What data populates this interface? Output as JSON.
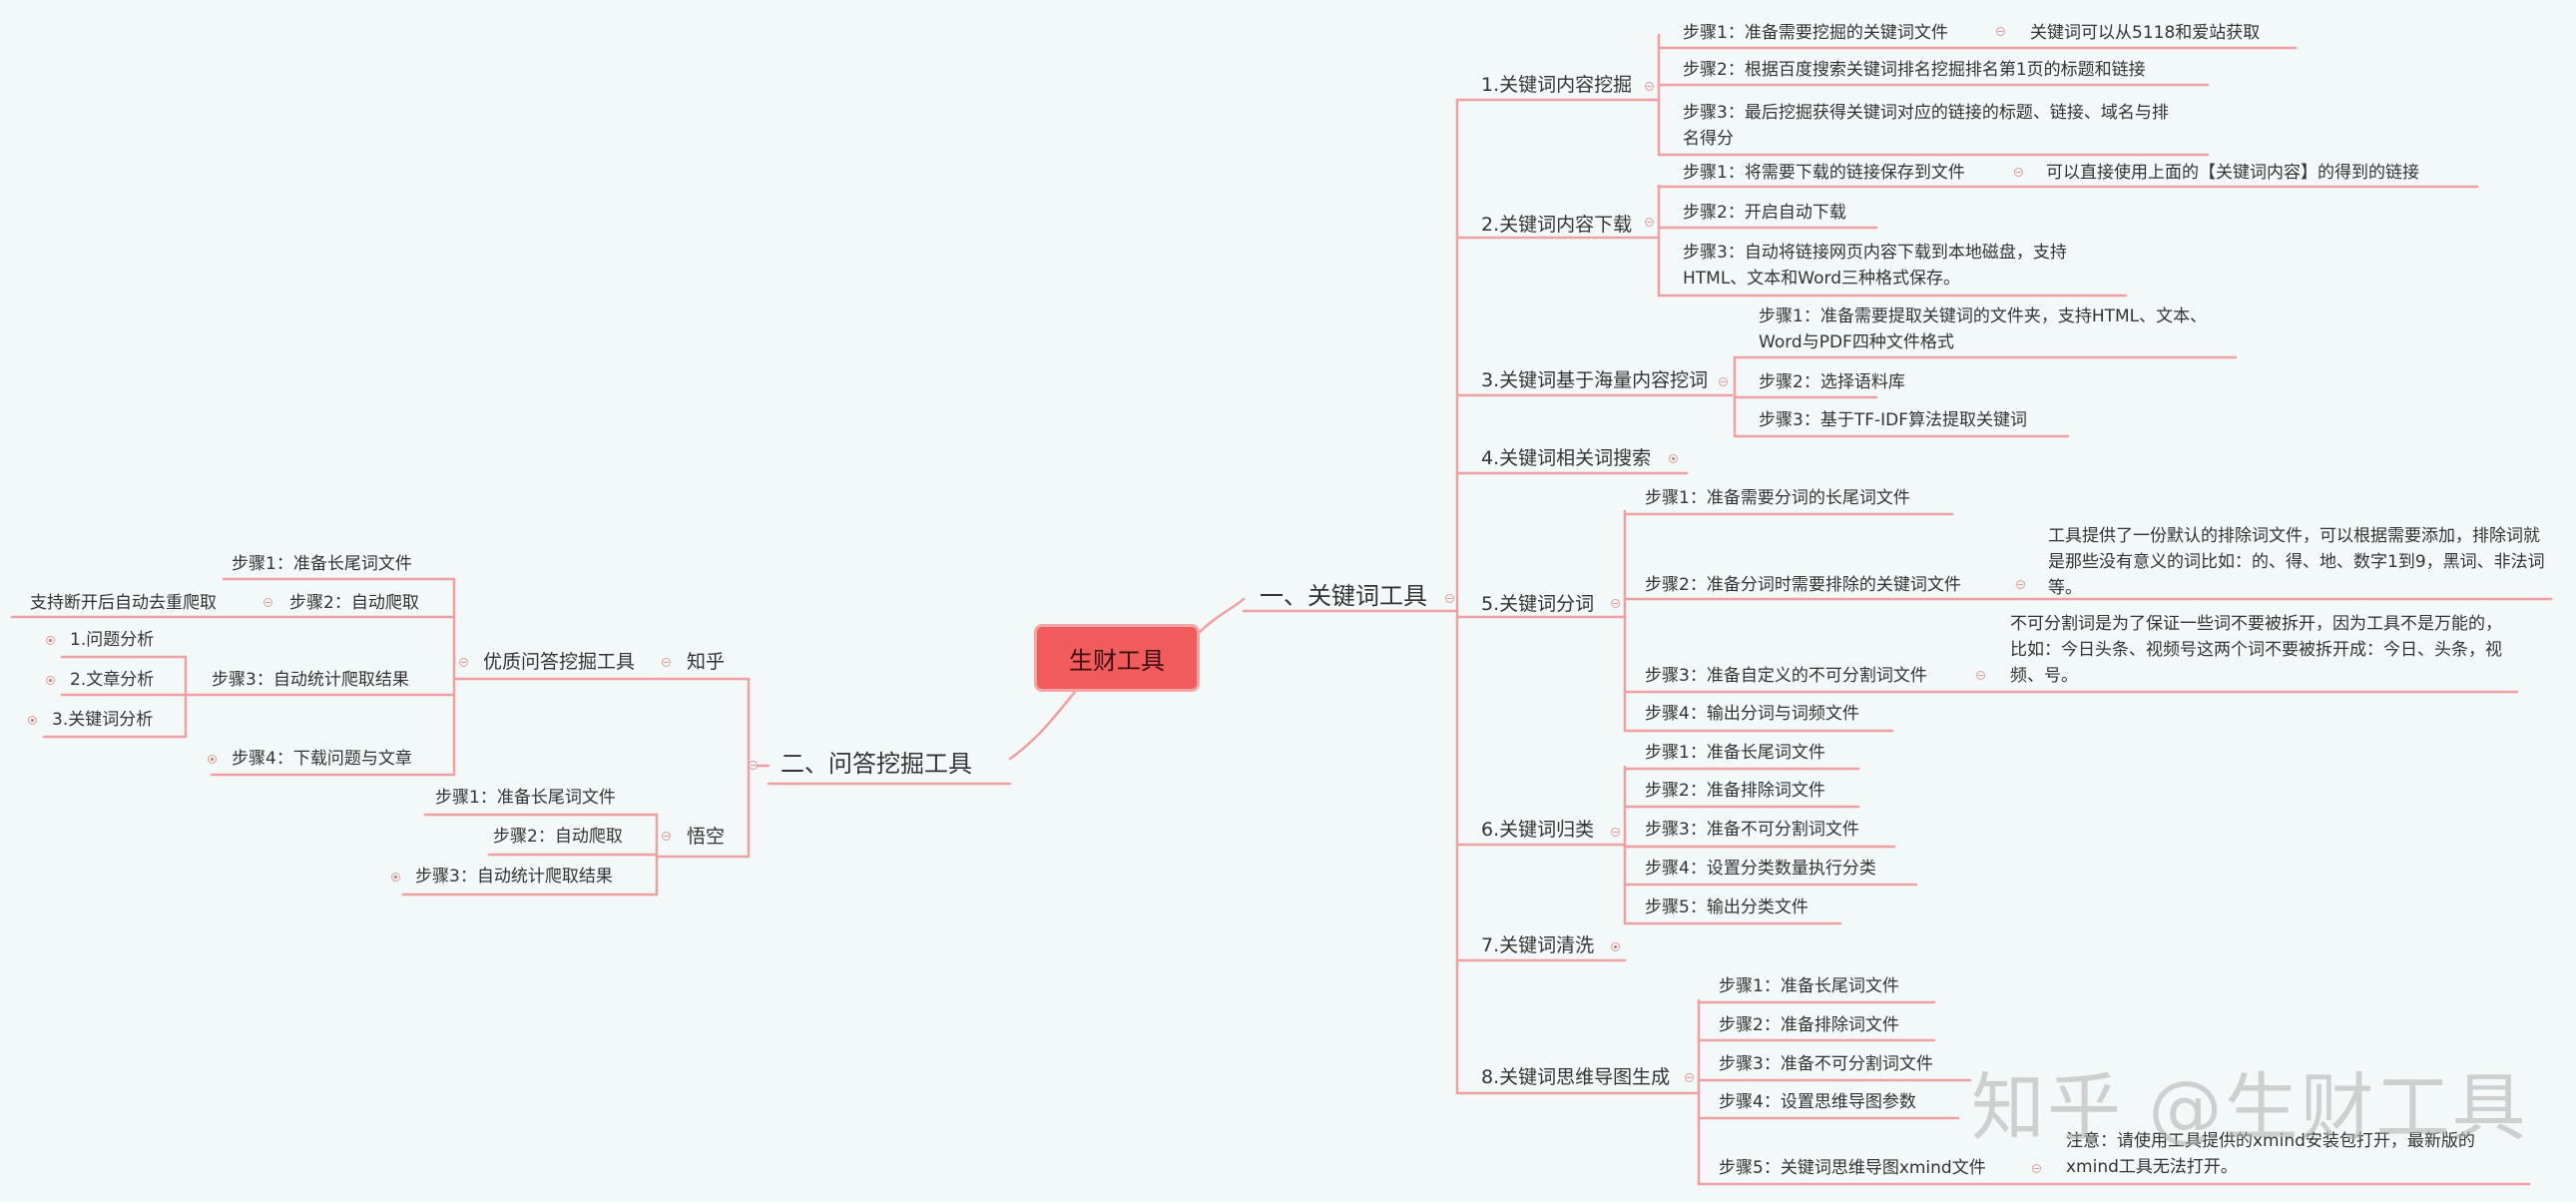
{
  "root": "生财工具",
  "watermark": "知乎 @生财工具",
  "colors": {
    "line": "#f0a0a0",
    "root_fill": "#f25b5b",
    "background": "#f3f9f8"
  },
  "b1": {
    "label": "一、关键词工具",
    "c1": {
      "label": "1.关键词内容挖掘",
      "s1": "步骤1：准备需要挖掘的关键词文件",
      "s1n": "关键词可以从5118和爱站获取",
      "s2": "步骤2：根据百度搜索关键词排名挖掘排名第1页的标题和链接",
      "s3": "步骤3：最后挖掘获得关键词对应的链接的标题、链接、域名与排名得分"
    },
    "c2": {
      "label": "2.关键词内容下载",
      "s1": "步骤1：将需要下载的链接保存到文件",
      "s1n": "可以直接使用上面的【关键词内容】的得到的链接",
      "s2": "步骤2：开启自动下载",
      "s3": "步骤3：自动将链接网页内容下载到本地磁盘，支持HTML、文本和Word三种格式保存。"
    },
    "c3": {
      "label": "3.关键词基于海量内容挖词",
      "s1": "步骤1：准备需要提取关键词的文件夹，支持HTML、文本、Word与PDF四种文件格式",
      "s2": "步骤2：选择语料库",
      "s3": "步骤3：基于TF-IDF算法提取关键词"
    },
    "c4": {
      "label": "4.关键词相关词搜索"
    },
    "c5": {
      "label": "5.关键词分词",
      "s1": "步骤1：准备需要分词的长尾词文件",
      "s2": "步骤2：准备分词时需要排除的关键词文件",
      "s2n": "工具提供了一份默认的排除词文件，可以根据需要添加，排除词就是那些没有意义的词比如：的、得、地、数字1到9，黑词、非法词等。",
      "s3": "步骤3：准备自定义的不可分割词文件",
      "s3n": "不可分割词是为了保证一些词不要被拆开，因为工具不是万能的，比如：今日头条、视频号这两个词不要被拆开成：今日、头条，视频、号。",
      "s4": "步骤4：输出分词与词频文件"
    },
    "c6": {
      "label": "6.关键词归类",
      "s1": "步骤1：准备长尾词文件",
      "s2": "步骤2：准备排除词文件",
      "s3": "步骤3：准备不可分割词文件",
      "s4": "步骤4：设置分类数量执行分类",
      "s5": "步骤5：输出分类文件"
    },
    "c7": {
      "label": "7.关键词清洗"
    },
    "c8": {
      "label": "8.关键词思维导图生成",
      "s1": "步骤1：准备长尾词文件",
      "s2": "步骤2：准备排除词文件",
      "s3": "步骤3：准备不可分割词文件",
      "s4": "步骤4：设置思维导图参数",
      "s5": "步骤5：关键词思维导图xmind文件",
      "s5n": "注意：请使用工具提供的xmind安装包打开，最新版的xmind工具无法打开。"
    }
  },
  "b2": {
    "label": "二、问答挖掘工具",
    "zhihu": {
      "label": "知乎",
      "g": {
        "label": "优质问答挖掘工具",
        "s1": "步骤1：准备长尾词文件",
        "s2": "步骤2：自动爬取",
        "s2n": "支持断开后自动去重爬取",
        "s3": "步骤3：自动统计爬取结果",
        "a1": "1.问题分析",
        "a2": "2.文章分析",
        "a3": "3.关键词分析",
        "s4": "步骤4：下载问题与文章"
      }
    },
    "wukong": {
      "label": "悟空",
      "s1": "步骤1：准备长尾词文件",
      "s2": "步骤2：自动爬取",
      "s3": "步骤3：自动统计爬取结果"
    }
  }
}
